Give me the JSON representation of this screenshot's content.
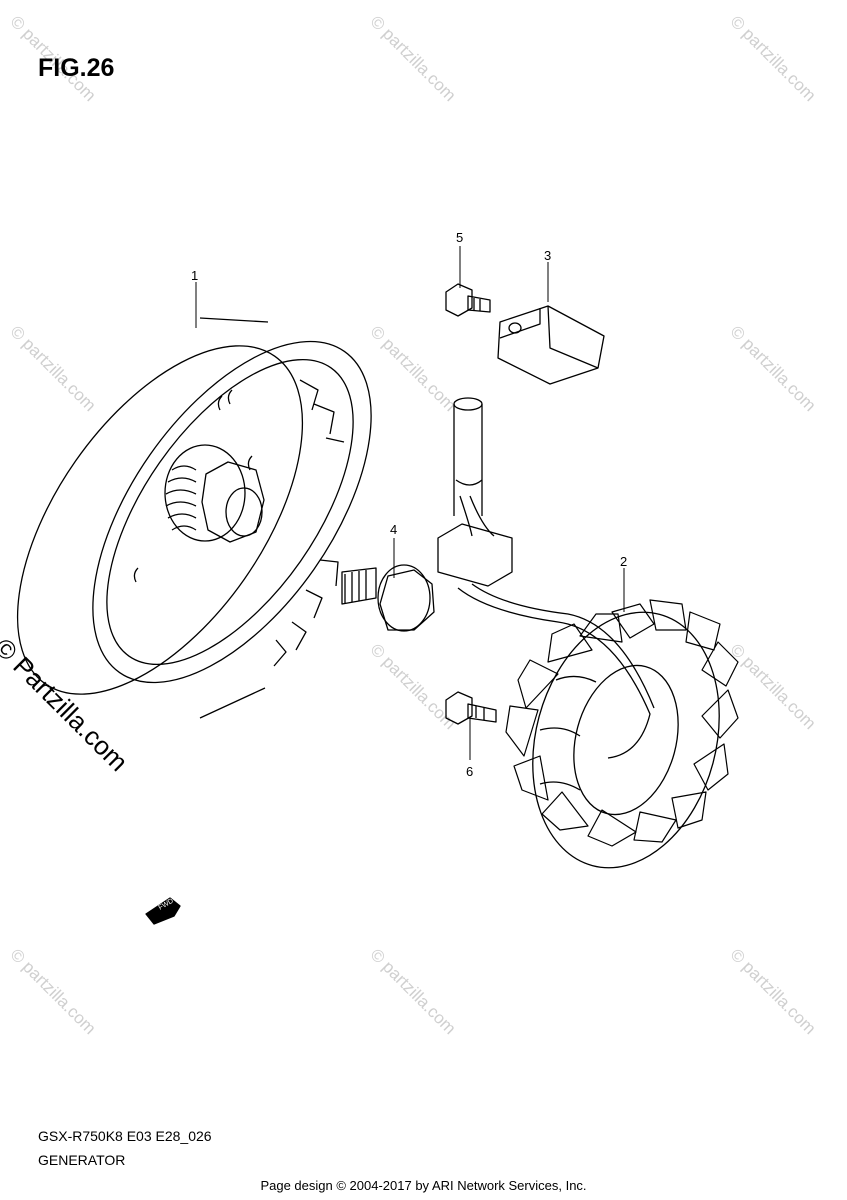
{
  "figure": {
    "title": "FIG.26"
  },
  "callouts": [
    "1",
    "2",
    "3",
    "4",
    "5",
    "6"
  ],
  "fwd_label": "FWD",
  "watermark": {
    "text": "© Partzilla.com",
    "small_text": "© partzilla.com"
  },
  "footer": {
    "code": "GSX-R750K8 E03 E28_026",
    "name": "GENERATOR",
    "credit": "Page design © 2004-2017 by ARI Network Services, Inc."
  }
}
